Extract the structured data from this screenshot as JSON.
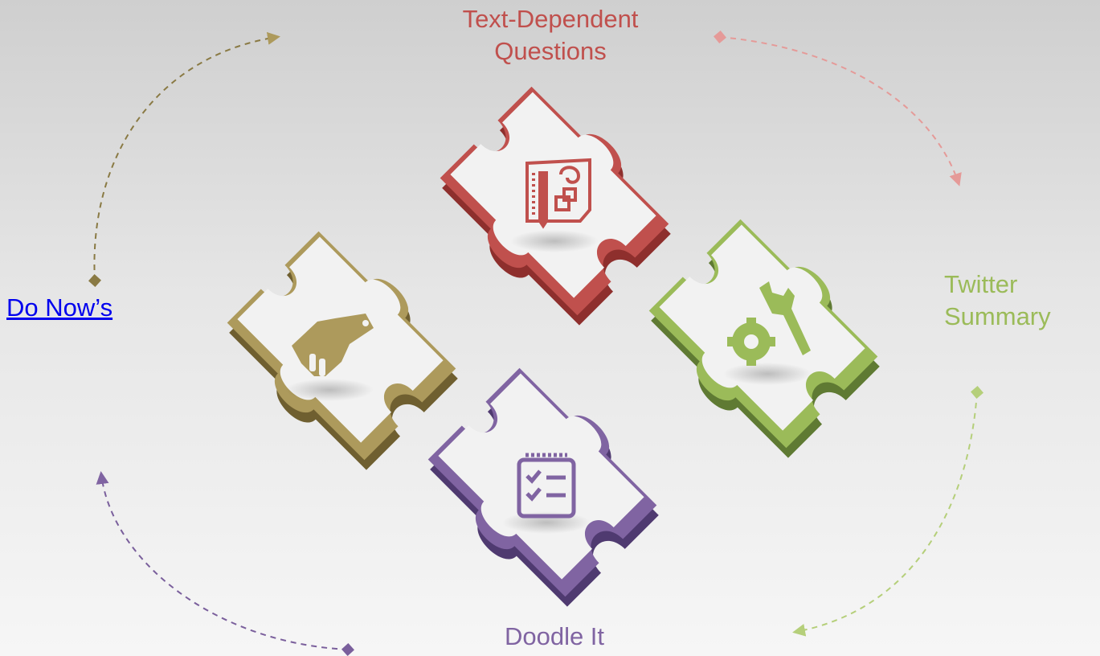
{
  "labels": {
    "top": "Text-Dependent\nQuestions",
    "right": "Twitter\nSummary",
    "bottom": "Doodle It",
    "left": "Do Now’s"
  },
  "colors": {
    "red": "#c0504d",
    "red_dark": "#8e2f2d",
    "green": "#9bbb59",
    "green_dark": "#5f7a33",
    "purple": "#8064a2",
    "purple_dark": "#4f3a70",
    "gold": "#ad9a5c",
    "gold_dark": "#6f5f30",
    "link": "#0000ee",
    "piece_face": "#f2f2f2"
  },
  "icons": {
    "top": "blueprint-pencil-icon",
    "right": "gear-wrench-icon",
    "bottom": "checklist-clipboard-icon",
    "left": "handshake-icon"
  }
}
